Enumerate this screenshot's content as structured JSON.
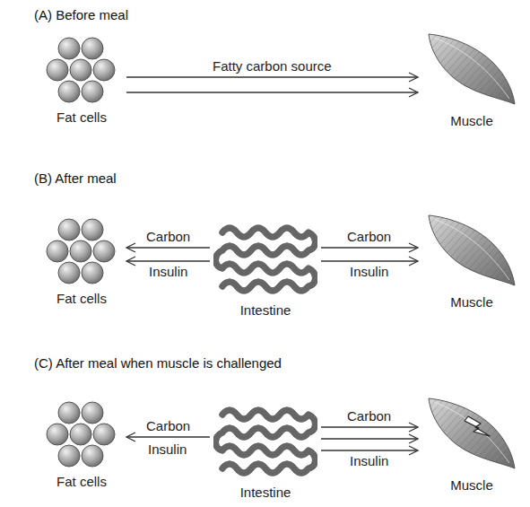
{
  "diagram": {
    "nodes": [
      {
        "text": [
          "Fat cells"
        ]
      },
      {
        "text": [
          "Muscle"
        ]
      },
      {
        "text": [
          "Fat cells"
        ]
      },
      {
        "text": [
          "Intestine"
        ]
      },
      {
        "text": [
          "Muscle"
        ]
      },
      {
        "text": [
          "Fat cells"
        ]
      },
      {
        "text": [
          "Intestine"
        ]
      },
      {
        "text": [
          "Muscle"
        ]
      }
    ],
    "edges": [
      {
        "from": 0,
        "to": 1,
        "arrow": "to",
        "label": "Fatty carbon source"
      },
      {
        "from": 0,
        "to": 1,
        "arrow": "to"
      },
      {
        "from": 3,
        "to": 2,
        "arrow": "to",
        "label": "Carbon"
      },
      {
        "from": 3,
        "to": 2,
        "arrow": "to",
        "label": "Insulin"
      },
      {
        "from": 3,
        "to": 4,
        "arrow": "to",
        "label": "Carbon"
      },
      {
        "from": 3,
        "to": 4,
        "arrow": "to",
        "label": "Insulin"
      },
      {
        "from": 6,
        "to": 5,
        "arrow": "to",
        "label": "Carbon"
      },
      {
        "from": 6,
        "to": 7,
        "arrow": "to",
        "label": "Carbon"
      },
      {
        "from": 6,
        "to": 7,
        "arrow": "to"
      },
      {
        "from": 6,
        "to": 7,
        "arrow": "to",
        "label": "Insulin"
      }
    ],
    "labels": [
      "(A) Before meal",
      "(B) After meal",
      "(C) After meal when muscle is challenged",
      "Insulin"
    ]
  }
}
